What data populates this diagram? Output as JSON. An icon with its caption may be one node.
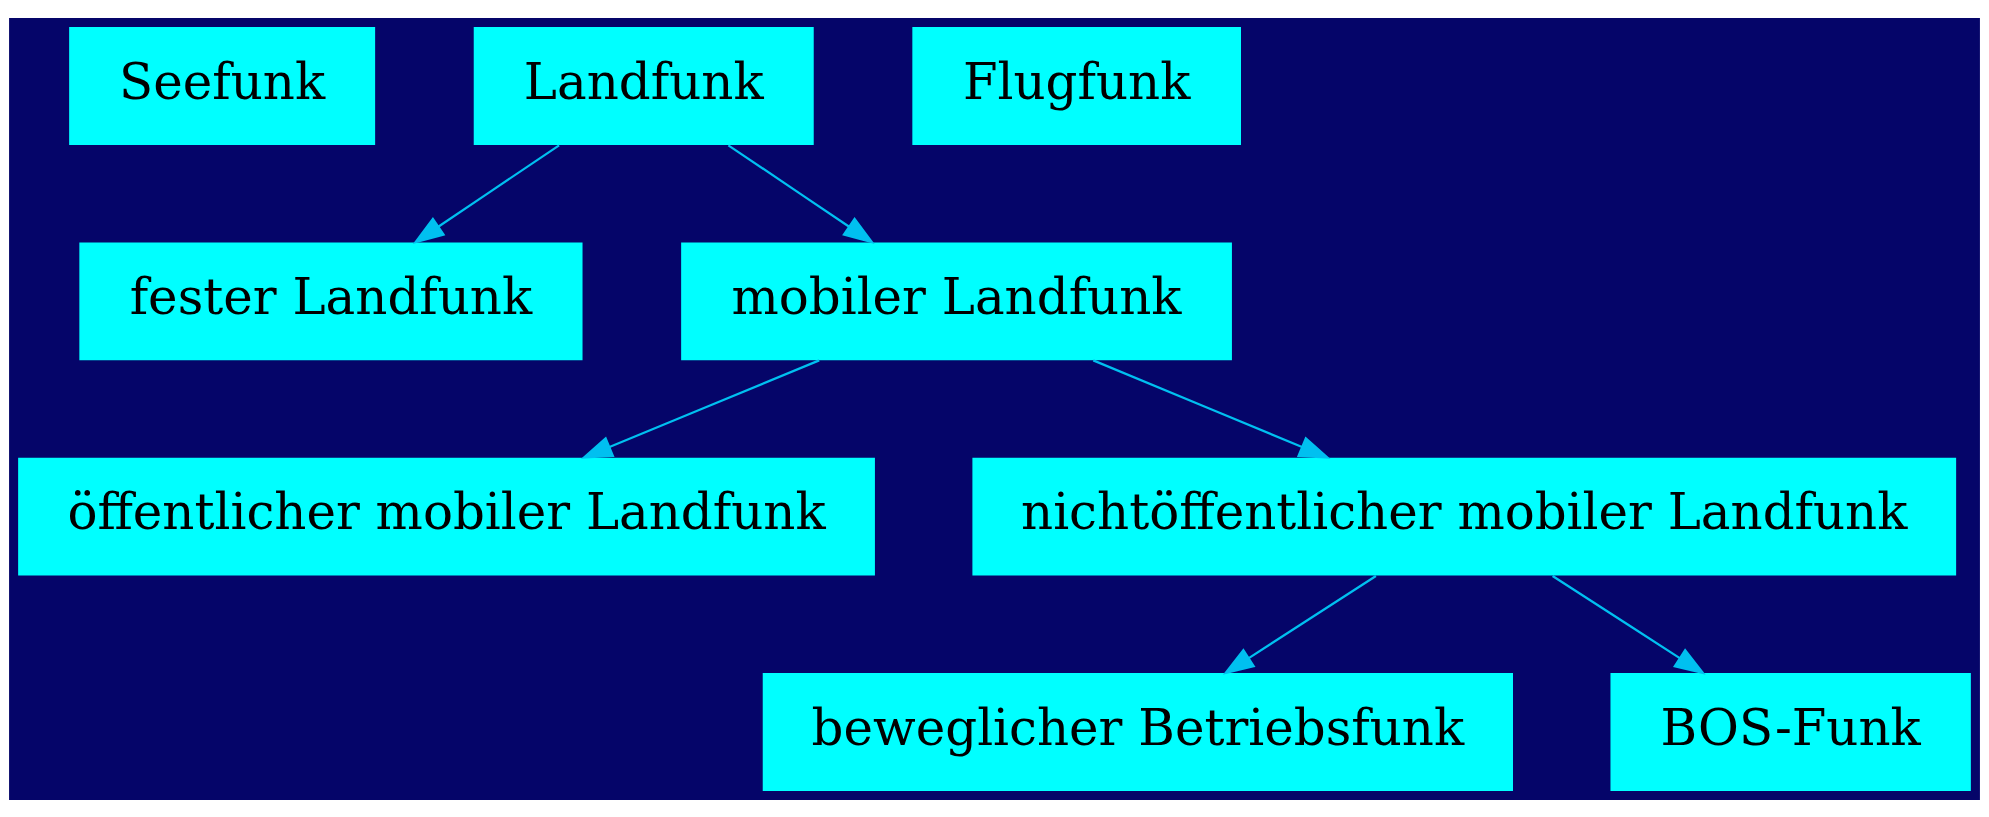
{
  "diagram": {
    "nodes": [
      {
        "text": [
          "Seefunk"
        ]
      },
      {
        "text": [
          "Landfunk"
        ]
      },
      {
        "text": [
          "Flugfunk"
        ]
      },
      {
        "text": [
          "fester Landfunk"
        ]
      },
      {
        "text": [
          "mobiler Landfunk"
        ]
      },
      {
        "text": [
          "öffentlicher mobiler Landfunk"
        ]
      },
      {
        "text": [
          "nichtöffentlicher mobiler Landfunk"
        ]
      },
      {
        "text": [
          "beweglicher Betriebsfunk"
        ]
      },
      {
        "text": [
          "BOS-Funk"
        ]
      }
    ],
    "edges": [
      {
        "from": 1,
        "to": 3,
        "arrow": "to"
      },
      {
        "from": 1,
        "to": 4,
        "arrow": "to"
      },
      {
        "from": 4,
        "to": 5,
        "arrow": "to"
      },
      {
        "from": 4,
        "to": 6,
        "arrow": "to"
      },
      {
        "from": 6,
        "to": 7,
        "arrow": "to"
      },
      {
        "from": 6,
        "to": 8,
        "arrow": "to"
      }
    ]
  }
}
